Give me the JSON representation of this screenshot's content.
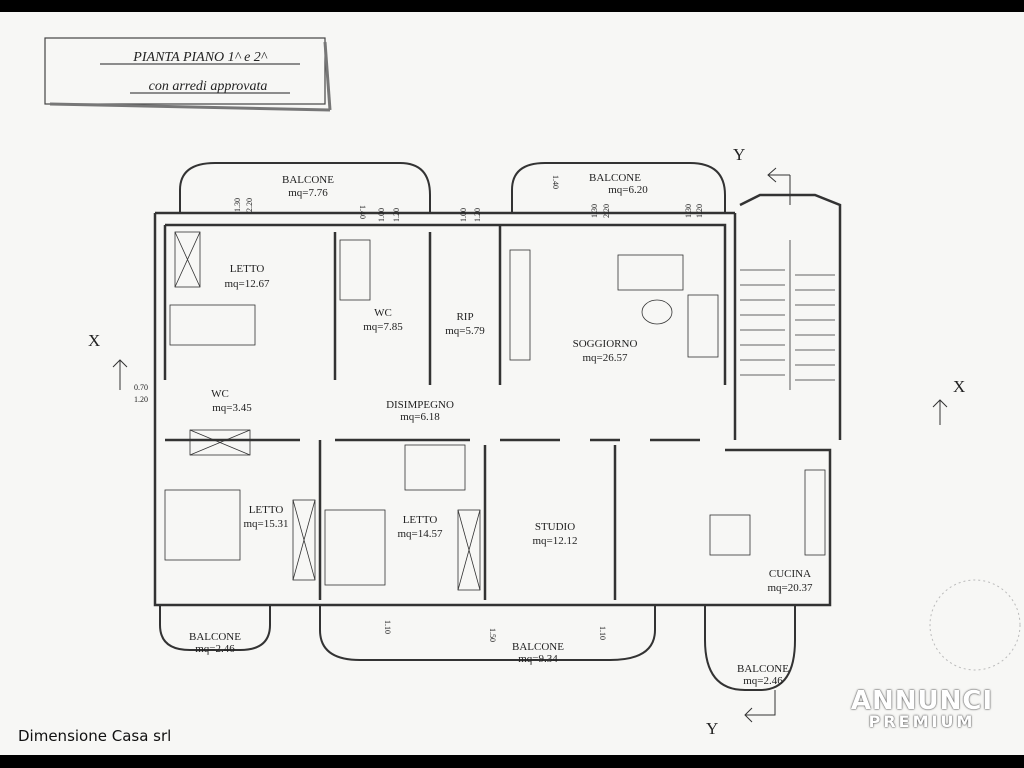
{
  "title": {
    "line1": "PIANTA PIANO 1^ e 2^",
    "line2": "con arredi approvata"
  },
  "rooms": [
    {
      "name": "LETTO",
      "area": "mq=12.67"
    },
    {
      "name": "WC",
      "area": "mq=7.85"
    },
    {
      "name": "RIP",
      "area": "mq=5.79"
    },
    {
      "name": "SOGGIORNO",
      "area": "mq=26.57"
    },
    {
      "name": "WC",
      "area": "mq=3.45"
    },
    {
      "name": "DISIMPEGNO",
      "area": "mq=6.18"
    },
    {
      "name": "LETTO",
      "area": "mq=15.31"
    },
    {
      "name": "LETTO",
      "area": "mq=14.57"
    },
    {
      "name": "STUDIO",
      "area": "mq=12.12"
    },
    {
      "name": "CUCINA",
      "area": "mq=20.37"
    }
  ],
  "balconies": [
    {
      "name": "BALCONE",
      "area": "mq=7.76"
    },
    {
      "name": "BALCONE",
      "area": "mq=6.20"
    },
    {
      "name": "BALCONE",
      "area": "mq=2.46"
    },
    {
      "name": "BALCONE",
      "area": "mq=9.34"
    },
    {
      "name": "BALCONE",
      "area": "mq=2.46"
    }
  ],
  "dims": {
    "d140": "1.40",
    "d130": "1.30",
    "d220": "2.20",
    "d100": "1.00",
    "d120": "1.20",
    "d110": "1.10",
    "d150": "1.50",
    "d070": "0.70"
  },
  "section_marks": {
    "x": "X",
    "y": "Y"
  },
  "footer": "Dimensione Casa srl",
  "watermark": {
    "line1": "ANNUNCI",
    "line2": "PREMIUM"
  }
}
